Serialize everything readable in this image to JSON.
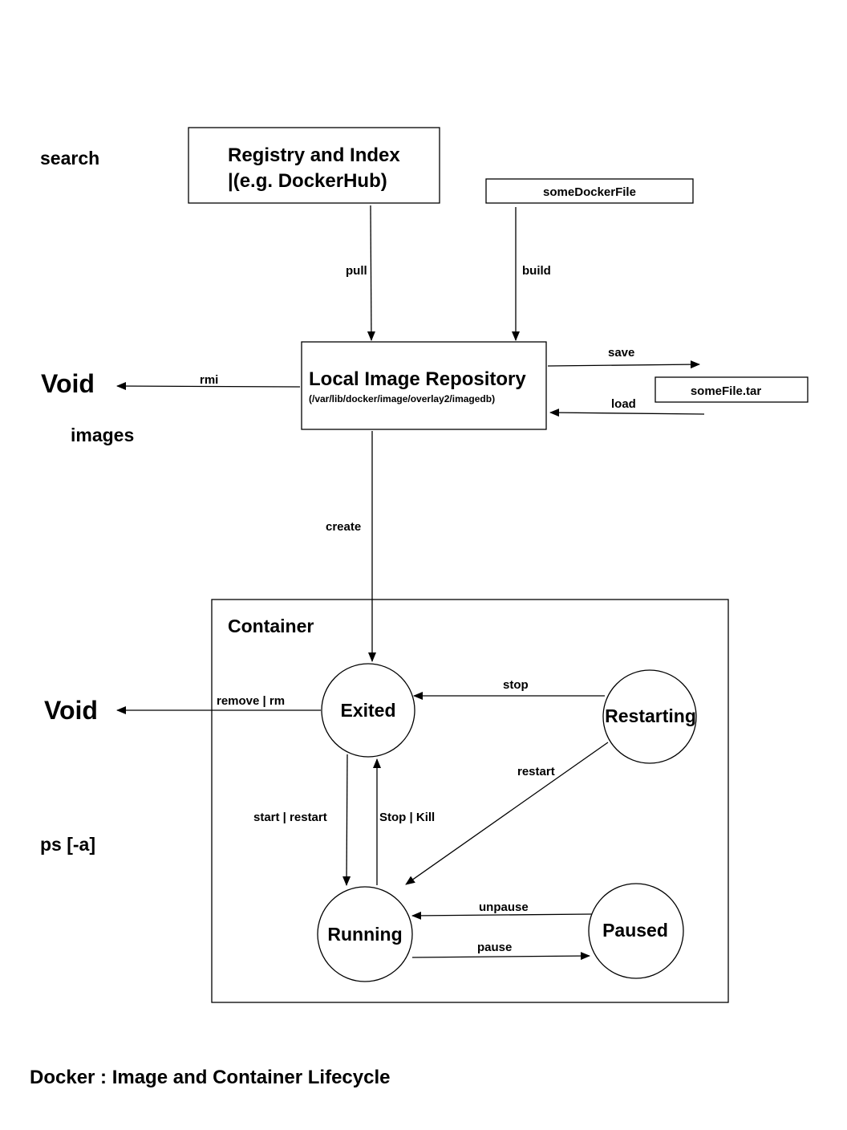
{
  "colors": {
    "background": "#ffffff",
    "ink": "#000000"
  },
  "side_labels": {
    "search": "search",
    "void_top": "Void",
    "images": "images",
    "void_bottom": "Void",
    "ps": "ps [-a]"
  },
  "boxes": {
    "registry": {
      "line1": "Registry and Index",
      "line2": "|(e.g. DockerHub)"
    },
    "dockerfile": "someDockerFile",
    "local_repo": {
      "title": "Local Image Repository",
      "path": "(/var/lib/docker/image/overlay2/imagedb)"
    },
    "tarfile": "someFile.tar"
  },
  "container": {
    "label": "Container",
    "states": {
      "exited": "Exited",
      "restarting": "Restarting",
      "running": "Running",
      "paused": "Paused"
    }
  },
  "edges": {
    "pull": "pull",
    "build": "build",
    "save": "save",
    "load": "load",
    "rmi": "rmi",
    "create": "create",
    "stop": "stop",
    "remove": "remove | rm",
    "restart": "restart",
    "start_restart": "start | restart",
    "stop_kill": "Stop | Kill",
    "unpause": "unpause",
    "pause": "pause"
  },
  "title": "Docker : Image and Container Lifecycle"
}
